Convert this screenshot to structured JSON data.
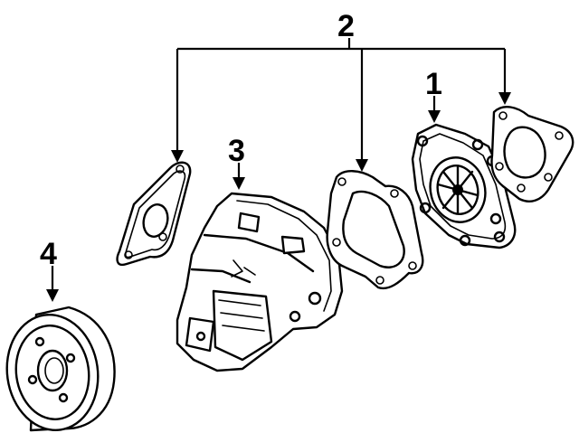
{
  "callouts": {
    "part_1": "1",
    "part_2": "2",
    "part_3": "3",
    "part_4": "4"
  },
  "colors": {
    "ink": "#000000",
    "paper": "#ffffff"
  }
}
